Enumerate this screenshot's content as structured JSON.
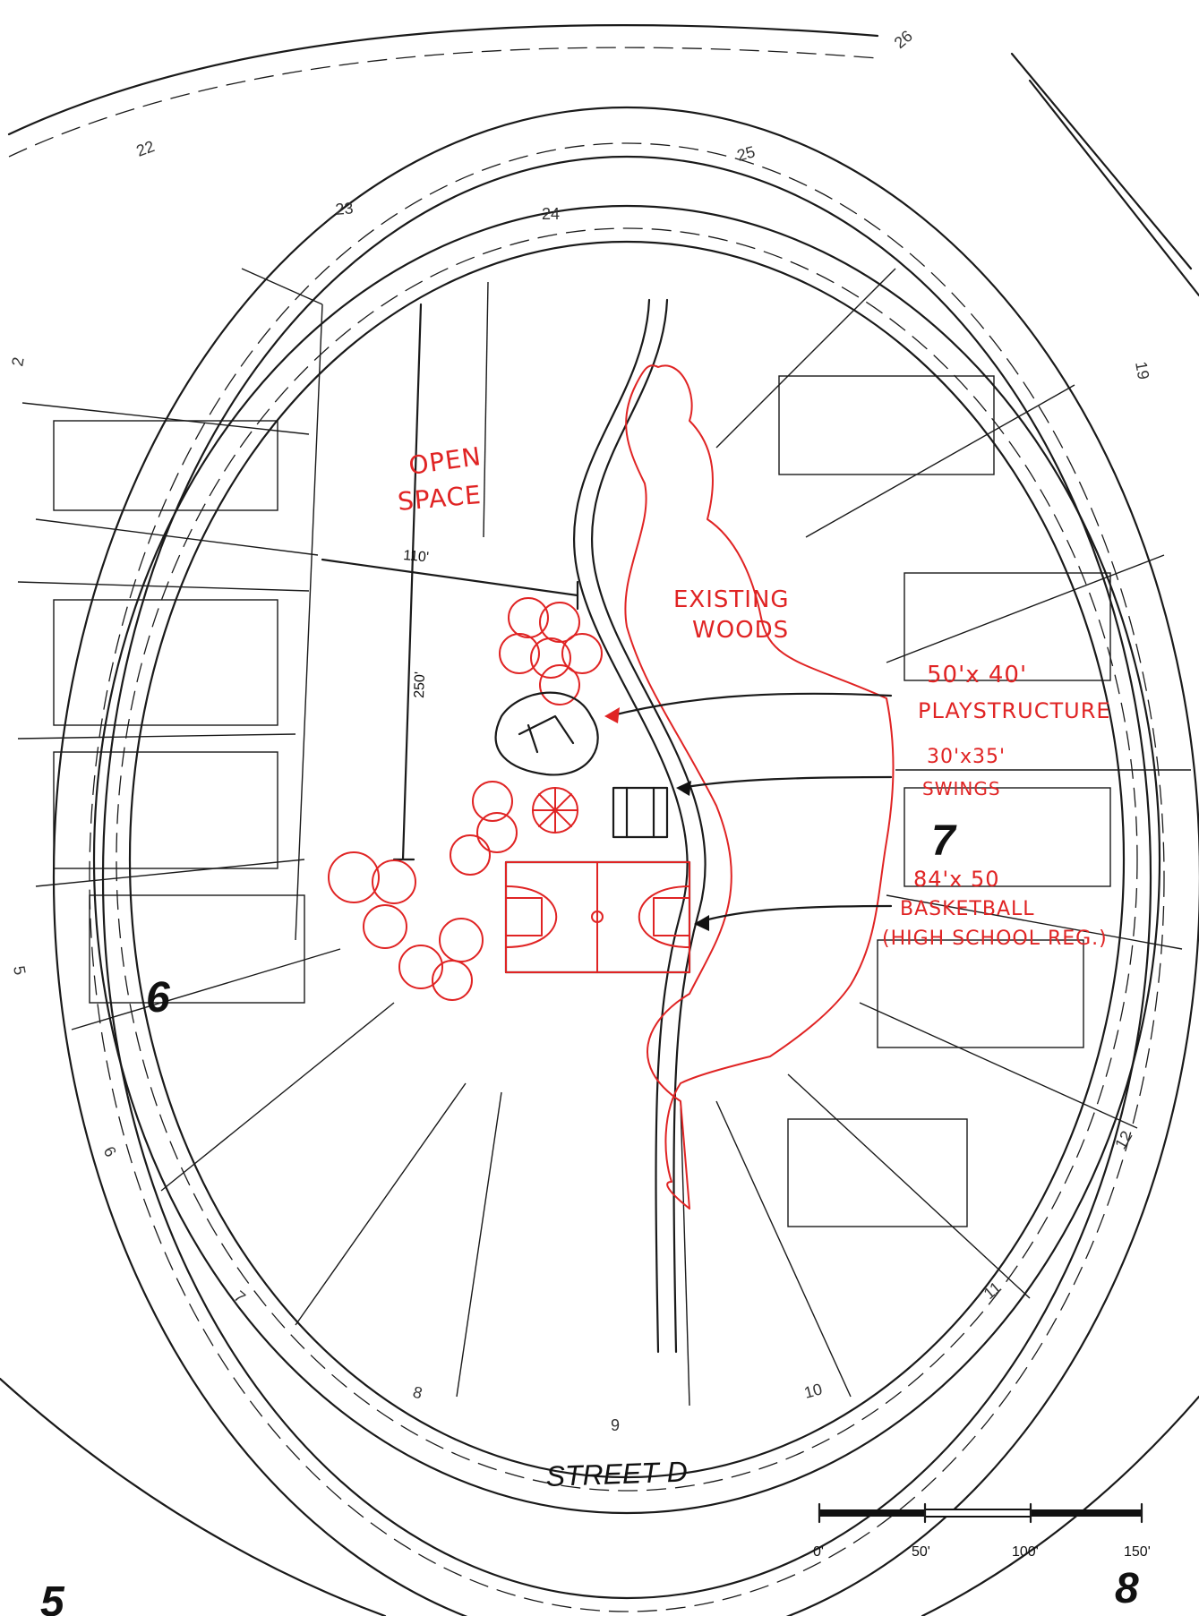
{
  "lot_numbers": [
    "22",
    "23",
    "24",
    "25",
    "26",
    "2",
    "19",
    "5",
    "6",
    "7",
    "8",
    "9",
    "10",
    "11",
    "12"
  ],
  "block_numbers": [
    "6",
    "7",
    "8",
    "5"
  ],
  "street_name": "STREET D",
  "dimensions": {
    "width": "110'",
    "length": "250'"
  },
  "annotations": {
    "open_space": [
      "OPEN",
      "SPACE"
    ],
    "woods": [
      "EXISTING",
      "WOODS"
    ],
    "playstructure": [
      "50'x 40'",
      "PLAYSTRUCTURE"
    ],
    "swings": [
      "30'x35'",
      "SWINGS"
    ],
    "basketball": [
      "84'x 50",
      "BASKETBALL",
      "(HIGH SCHOOL REG.)"
    ]
  },
  "scale_bar": {
    "labels": [
      "0'",
      "50'",
      "100'",
      "150'"
    ]
  },
  "colors": {
    "markup": "#e02424",
    "linework": "#1a1a1a"
  }
}
